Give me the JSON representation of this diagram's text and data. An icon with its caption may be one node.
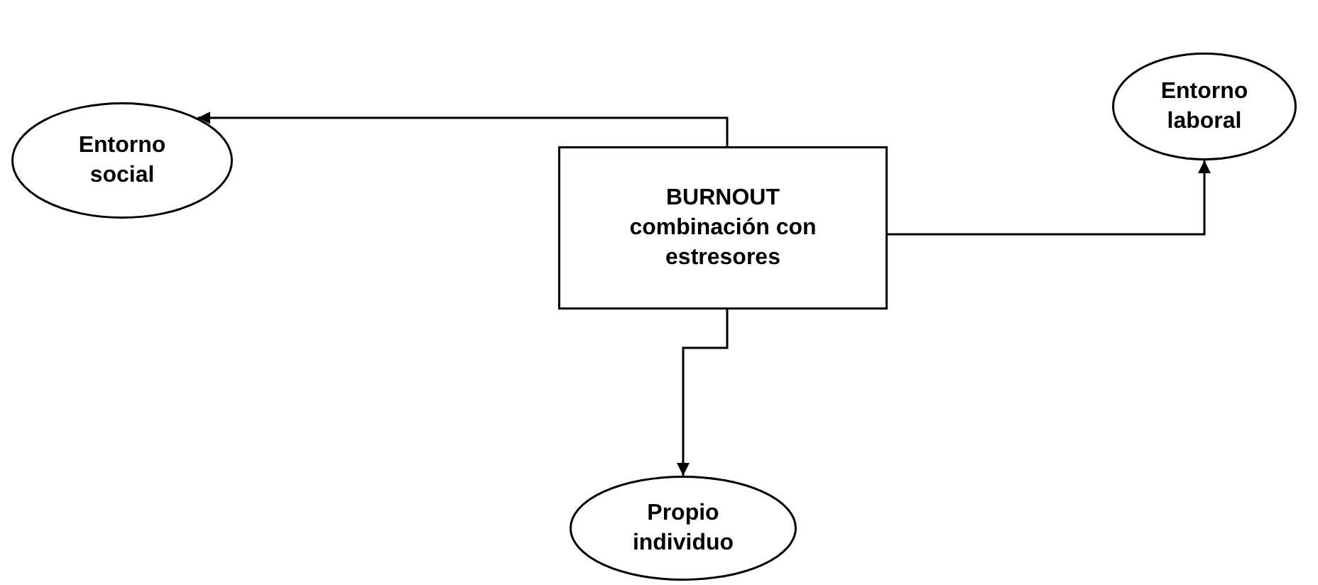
{
  "diagram": {
    "nodes": [
      {
        "text": [
          "BURNOUT combinación con estresores"
        ]
      },
      {
        "text": [
          "Entorno social"
        ]
      },
      {
        "text": [
          "Entorno laboral"
        ]
      },
      {
        "text": [
          "Propio individuo"
        ]
      }
    ],
    "edges": [
      {
        "from": 0,
        "to": 1,
        "arrow": "to"
      },
      {
        "from": 0,
        "to": 2,
        "arrow": "to"
      },
      {
        "from": 0,
        "to": 3,
        "arrow": "to"
      }
    ]
  }
}
